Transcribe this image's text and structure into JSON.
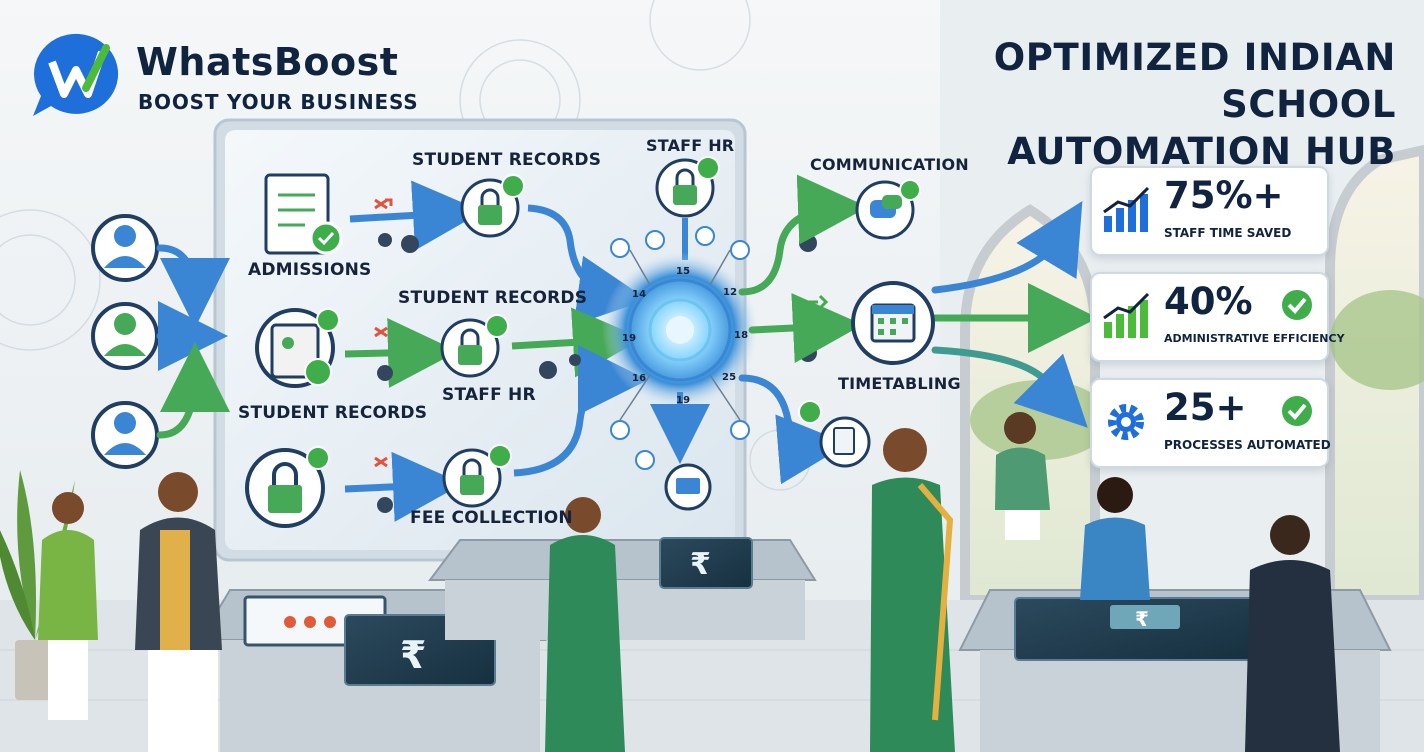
{
  "brand": {
    "name": "WhatsBoost",
    "tagline": "BOOST YOUR BUSINESS",
    "accent_blue": "#1e6fd9",
    "accent_green": "#4cbb3c"
  },
  "title": {
    "line1": "OPTIMIZED INDIAN SCHOOL",
    "line2": "AUTOMATION HUB"
  },
  "board": {
    "labels": {
      "admissions": "ADMISSIONS",
      "student_records_top": "STUDENT RECORDS",
      "staff_hr_top": "STAFF HR",
      "student_records_mid": "STUDENT RECORDS",
      "student_records_left": "STUDENT RECORDS",
      "staff_hr_mid": "STAFF HR",
      "fee_collection": "FEE COLLECTION"
    },
    "hub_nodes": {
      "n_top": "15",
      "n_left_top": "14",
      "n_left": "19",
      "n_left_bottom": "16",
      "n_bottom": "19",
      "n_right_top": "12",
      "n_right": "18",
      "n_right_bottom": "25"
    }
  },
  "outputs": {
    "communication": "COMMUNICATION",
    "timetabling": "TIMETABLING"
  },
  "stats": [
    {
      "value": "75%+",
      "label": "STAFF TIME SAVED",
      "icon": "bar-chart-icon"
    },
    {
      "value": "40%",
      "label": "ADMINISTRATIVE EFFICIENCY",
      "icon": "growth-chart-icon"
    },
    {
      "value": "25+",
      "label": "PROCESSES AUTOMATED",
      "icon": "gear-icon"
    }
  ],
  "colors": {
    "navy": "#10233f",
    "flow_blue": "#3a86d4",
    "flow_green": "#46a957",
    "check_green": "#3fae4a",
    "saree_green": "#2f8a5a"
  }
}
